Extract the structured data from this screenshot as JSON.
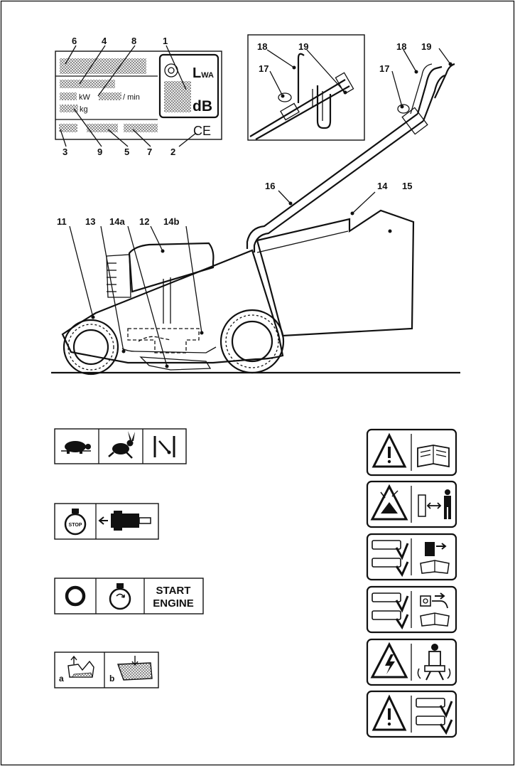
{
  "rating_plate": {
    "small_labels": [
      "kW",
      "/ min",
      "kg"
    ],
    "lwa_main": "L",
    "lwa_sub": "WA",
    "db": "dB",
    "ce": "CE"
  },
  "callouts": {
    "n1": "1",
    "n2": "2",
    "n3": "3",
    "n4": "4",
    "n5": "5",
    "n6": "6",
    "n7": "7",
    "n8": "8",
    "n9": "9",
    "n11": "11",
    "n12": "12",
    "n13": "13",
    "n14": "14",
    "n14a": "14a",
    "n14b": "14b",
    "n15": "15",
    "n16": "16",
    "n17": "17",
    "n17b": "17",
    "n18": "18",
    "n18b": "18",
    "n19": "19",
    "n19b": "19"
  },
  "symbol_rows": {
    "row3_stop": "STOP",
    "row3_start_line1": "START",
    "row3_start_line2": "ENGINE",
    "row4_a": "a",
    "row4_b": "b"
  }
}
